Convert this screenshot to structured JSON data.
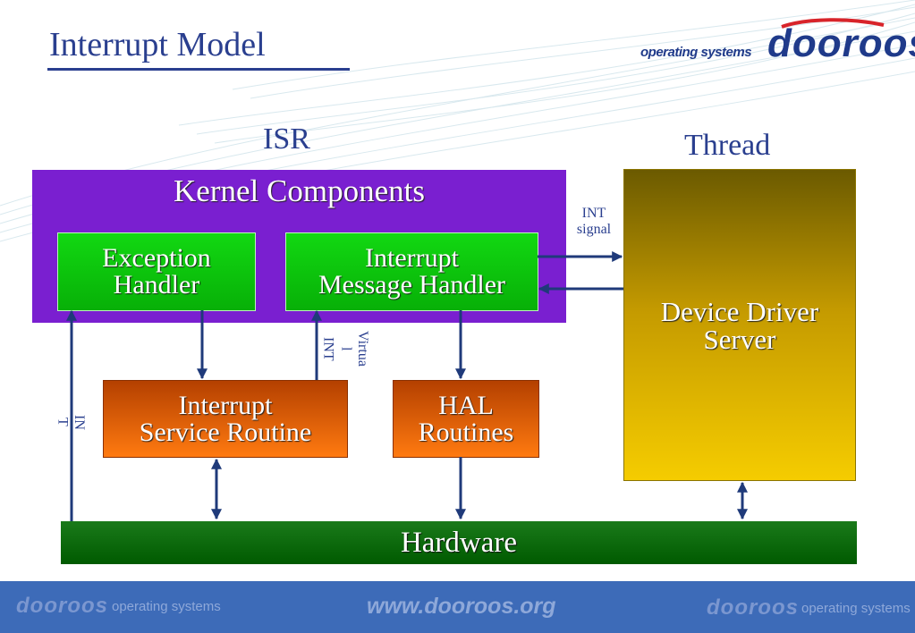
{
  "title": "Interrupt Model",
  "logo": {
    "tagline": "operating systems",
    "wordmark": "dooroos"
  },
  "labels": {
    "isr": "ISR",
    "thread": "Thread"
  },
  "kernel": {
    "title": "Kernel Components",
    "exception_handler": "Exception\nHandler",
    "message_handler": "Interrupt\nMessage Handler"
  },
  "isr_box": "Interrupt\nService Routine",
  "hal_box": "HAL\nRoutines",
  "thread_box": "Device Driver\nServer",
  "hardware": "Hardware",
  "arrow_labels": {
    "int_signal": "INT\nsignal",
    "virtual_int_line1": "Virtua\nl",
    "virtual_int_line2": "INT",
    "int_left": "IN\nT"
  },
  "footer": {
    "left_logo": "dooroos",
    "left_tag": "operating systems",
    "url": "www.dooroos.org",
    "right_logo": "dooroos",
    "right_tag": "operating systems"
  },
  "colors": {
    "title": "#2a3f8f",
    "kernel": "#7a1fd0",
    "green": "#07b007",
    "orange": "#ff7a10",
    "thread": "#f5cc00",
    "hardware": "#006600",
    "arrow": "#1f3a7a",
    "footer": "#3d6bb8"
  }
}
